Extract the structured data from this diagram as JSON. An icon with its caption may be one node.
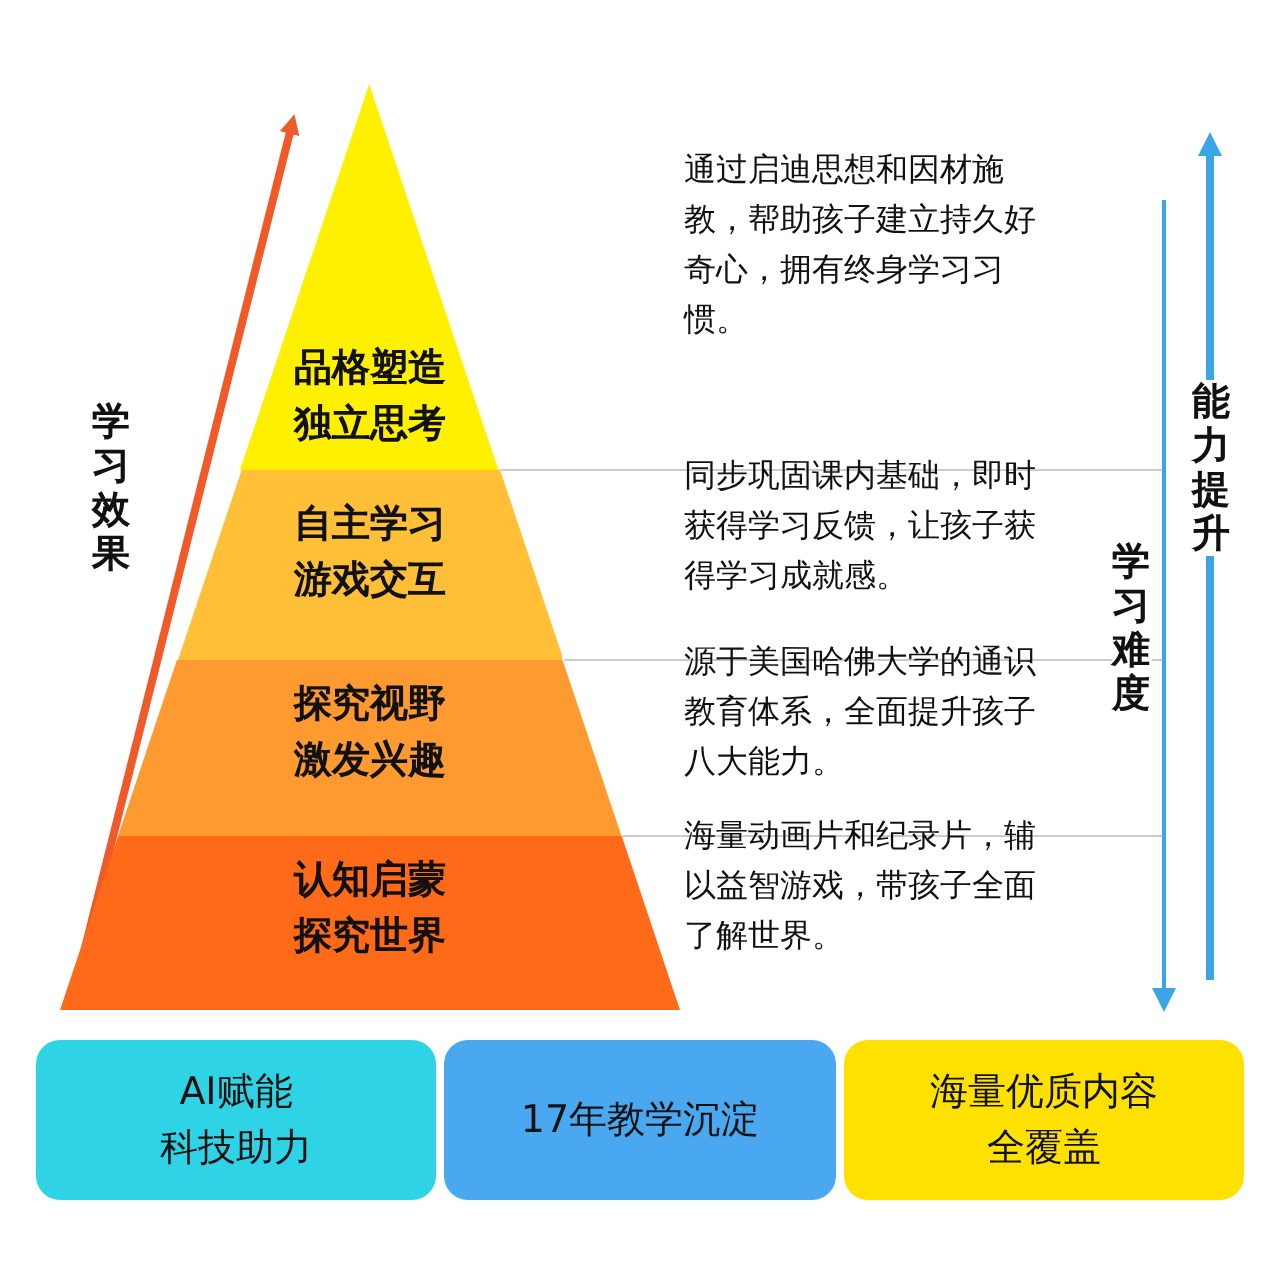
{
  "diagram": {
    "nodes": [
      {
        "text": [
          "品格塑造",
          "独立思考"
        ]
      },
      {
        "text": [
          "自主学习",
          "游戏交互"
        ]
      },
      {
        "text": [
          "探究视野",
          "激发兴趣"
        ]
      },
      {
        "text": [
          "认知启蒙",
          "探究世界"
        ]
      },
      {
        "text": [
          "AI赋能",
          "科技助力"
        ]
      },
      {
        "text": [
          "17年教学沉淀"
        ]
      },
      {
        "text": [
          "海量优质内容",
          "全覆盖"
        ]
      }
    ],
    "labels": [
      "通过启迪思想和因材施教，帮助孩子建立持久好奇心，拥有终身学习习惯。",
      "学习效果",
      "能力提升",
      "同步巩固课内基础，即时获得学习反馈，让孩子获得学习成就感。",
      "学习难度",
      "源于美国哈佛大学的通识教育体系，全面提升孩子八大能力。",
      "海量动画片和纪录片，辅以益智游戏，带孩子全面了解世界。"
    ]
  }
}
